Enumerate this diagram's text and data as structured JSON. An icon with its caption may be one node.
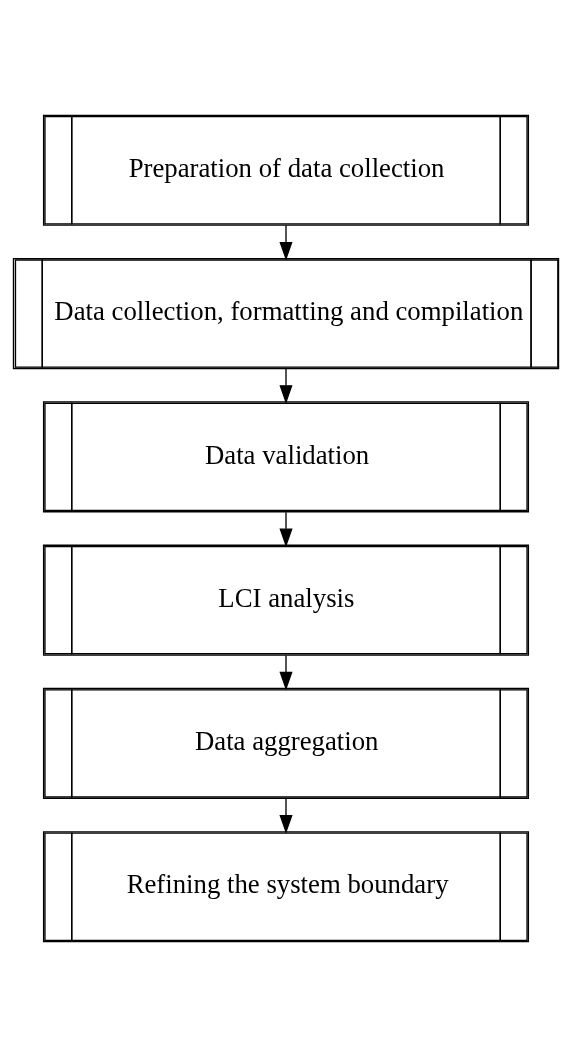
{
  "diagram": {
    "nodes": [
      {
        "text": [
          "Preparation of data collection"
        ]
      },
      {
        "text": [
          "Data collection, formatting and compilation"
        ]
      },
      {
        "text": [
          "Data validation"
        ]
      },
      {
        "text": [
          "LCI analysis"
        ]
      },
      {
        "text": [
          "Data aggregation"
        ]
      },
      {
        "text": [
          "Refining the system boundary"
        ]
      }
    ],
    "edges": [
      {
        "from": 0,
        "to": 1,
        "arrow": "to"
      },
      {
        "from": 1,
        "to": 2,
        "arrow": "to"
      },
      {
        "from": 2,
        "to": 3,
        "arrow": "to"
      },
      {
        "from": 3,
        "to": 4,
        "arrow": "to"
      },
      {
        "from": 4,
        "to": 5,
        "arrow": "to"
      }
    ]
  }
}
